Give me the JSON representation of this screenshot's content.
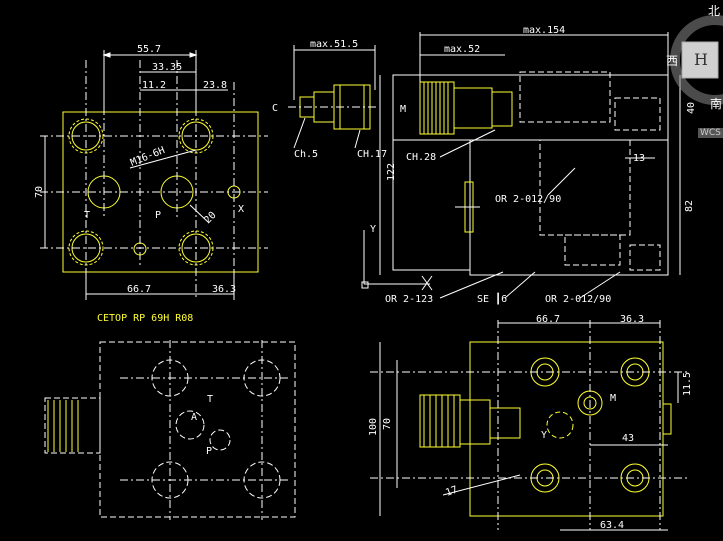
{
  "labels": {
    "dim_55_7": "55.7",
    "dim_33_35": "33.35",
    "dim_11_2": "11.2",
    "dim_23_8": "23.8",
    "dim_70_left": "70",
    "thread": "M16-6H",
    "port_t": "T",
    "port_p": "P",
    "port_x": "X",
    "dia_20": "20",
    "dim_66_7_top": "66.7",
    "dim_36_3_top": "36.3",
    "model": "CETOP RP 69H R08",
    "dim_max_51_5": "max.51.5",
    "port_c": "C",
    "ch5": "Ch.5",
    "ch17": "CH.17",
    "dim_max_52": "max.52",
    "dim_max_154": "max.154",
    "port_m": "M",
    "ch28": "CH.28",
    "dim_40": "40",
    "dim_13": "13",
    "dim_122": "122",
    "dim_82": "82",
    "or_2_012_90_a": "OR 2-012/90",
    "or_2_123": "OR 2-123",
    "se6": "SE ┃6",
    "or_2_012_90_b": "OR 2-012/90",
    "axis_y": "Y",
    "dim_66_7_bot": "66.7",
    "dim_36_3_bot": "36.3",
    "dim_100": "100",
    "dim_70_bot": "70",
    "dim_11_5": "11.5",
    "dim_43": "43",
    "dim_17": "17",
    "dim_63_4": "63.4",
    "bot_m": "M",
    "bot_y": "Y",
    "plan_a": "A",
    "plan_t": "T",
    "plan_p": "P"
  },
  "nav_cube": {
    "north": "北",
    "west": "西",
    "south": "南",
    "face": "H",
    "wcs": "WCS"
  },
  "colors": {
    "background": "#000000",
    "geometry": "#ffffff",
    "highlight": "#ffff33"
  }
}
